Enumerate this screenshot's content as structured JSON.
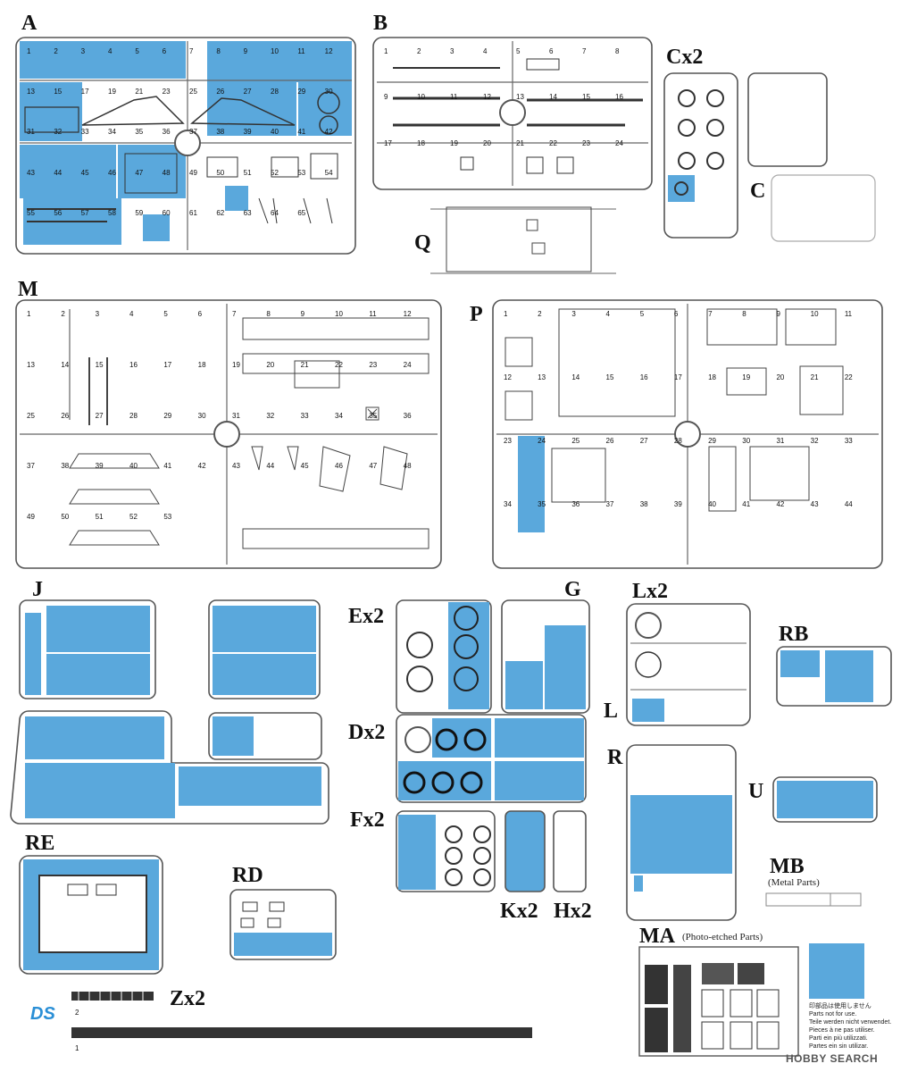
{
  "sprues": [
    {
      "id": "A",
      "label": "A"
    },
    {
      "id": "B",
      "label": "B"
    },
    {
      "id": "C_top",
      "label": "Cx2"
    },
    {
      "id": "C",
      "label": "C"
    },
    {
      "id": "Q",
      "label": "Q"
    },
    {
      "id": "M",
      "label": "M"
    },
    {
      "id": "P",
      "label": "P"
    },
    {
      "id": "J",
      "label": "J"
    },
    {
      "id": "G",
      "label": "G"
    },
    {
      "id": "Lx2",
      "label": "Lx2"
    },
    {
      "id": "L",
      "label": "L"
    },
    {
      "id": "RB",
      "label": "RB"
    },
    {
      "id": "Ex2",
      "label": "Ex2"
    },
    {
      "id": "Dx2",
      "label": "Dx2"
    },
    {
      "id": "Fx2",
      "label": "Fx2"
    },
    {
      "id": "Kx2",
      "label": "Kx2"
    },
    {
      "id": "Hx2",
      "label": "Hx2"
    },
    {
      "id": "R",
      "label": "R"
    },
    {
      "id": "U",
      "label": "U"
    },
    {
      "id": "MB",
      "label": "MB"
    },
    {
      "id": "RE",
      "label": "RE"
    },
    {
      "id": "RD",
      "label": "RD"
    },
    {
      "id": "Zx2",
      "label": "Zx2"
    },
    {
      "id": "MA",
      "label": "MA"
    }
  ],
  "subtitles": {
    "MB": "(Metal Parts)",
    "MA": "(Photo-etched Parts)"
  },
  "legend_notes": [
    "印部品は使用しません",
    "Parts not for use.",
    "Teile werden nicht verwendet.",
    "Pieces à ne pas utiliser.",
    "Parti ein più utilizzati.",
    "Partes ein sin utilizar."
  ],
  "track_labels": [
    "2",
    "1"
  ],
  "brand": "DS",
  "watermark": "HOBBY SEARCH",
  "part_numbers": {
    "A": [
      "1",
      "2",
      "3",
      "4",
      "5",
      "6",
      "7",
      "8",
      "9",
      "10",
      "11",
      "12",
      "13",
      "15",
      "17",
      "19",
      "21",
      "23",
      "25",
      "26",
      "27",
      "28",
      "29",
      "30",
      "31",
      "32",
      "33",
      "34",
      "35",
      "36",
      "37",
      "38",
      "39",
      "40",
      "41",
      "42",
      "43",
      "44",
      "45",
      "46",
      "47",
      "48",
      "49",
      "50",
      "51",
      "52",
      "53",
      "54",
      "55",
      "56",
      "57",
      "58",
      "59",
      "60",
      "61",
      "62",
      "63",
      "64",
      "65"
    ],
    "B": [
      "1",
      "2",
      "3",
      "4",
      "5",
      "6",
      "7",
      "8",
      "9",
      "10",
      "11",
      "12",
      "13",
      "14",
      "15",
      "16",
      "17",
      "18",
      "19",
      "20",
      "21",
      "22",
      "23",
      "24"
    ],
    "M": [
      "1",
      "2",
      "3",
      "4",
      "5",
      "6",
      "7",
      "8",
      "9",
      "10",
      "11",
      "12",
      "13",
      "14",
      "15",
      "16",
      "17",
      "18",
      "19",
      "20",
      "21",
      "22",
      "23",
      "24",
      "25",
      "26",
      "27",
      "28",
      "29",
      "30",
      "31",
      "32",
      "33",
      "34",
      "35",
      "36",
      "37",
      "38",
      "39",
      "40",
      "41",
      "42",
      "43",
      "44",
      "45",
      "46",
      "47",
      "48",
      "49",
      "50",
      "51",
      "52",
      "53"
    ],
    "P": [
      "1",
      "2",
      "3",
      "4",
      "5",
      "6",
      "7",
      "8",
      "9",
      "10",
      "11",
      "12",
      "13",
      "14",
      "15",
      "16",
      "17",
      "18",
      "19",
      "20",
      "21",
      "22",
      "23",
      "24",
      "25",
      "26",
      "27",
      "28",
      "29",
      "30",
      "31",
      "32",
      "33",
      "34",
      "35",
      "36",
      "37",
      "38",
      "39",
      "40",
      "41",
      "42",
      "43",
      "44"
    ]
  }
}
